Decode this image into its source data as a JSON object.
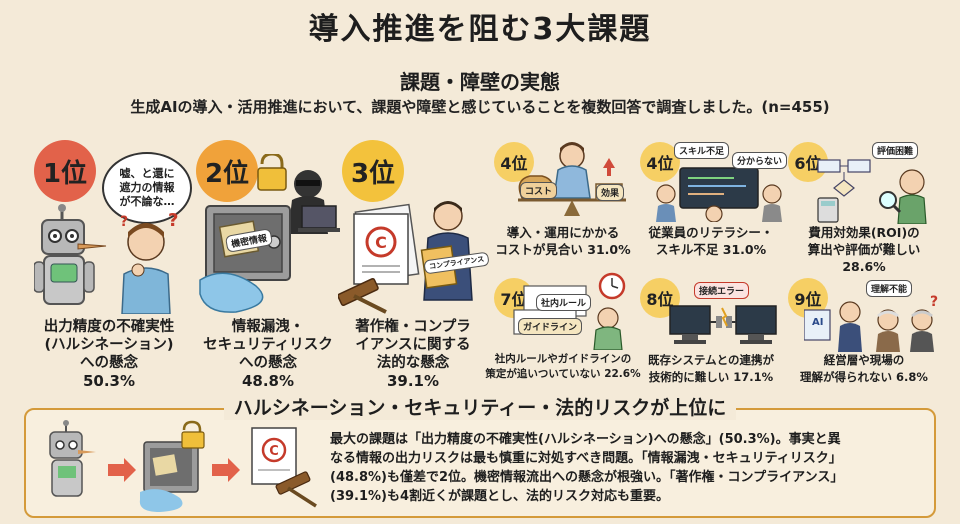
{
  "header": {
    "title": "導入推進を阻む3大課題",
    "subtitle": "課題・障壁の実態",
    "intro": "生成AIの導入・活用推進において、課題や障壁と感じていることを複数回答で調査しました。(n=455)"
  },
  "top_issues": [
    {
      "rank": "1位",
      "label_lines": [
        "出力精度の不確実性",
        "(ハルシネーション)",
        "への懸念"
      ],
      "pct": "50.3%",
      "bubble_lines": [
        "嘘、と還に",
        "遮力の情報",
        "が不論な…"
      ]
    },
    {
      "rank": "2位",
      "label_lines": [
        "情報漏洩・",
        "セキュリティリスク",
        "への懸念"
      ],
      "pct": "48.8%",
      "tag": "機密情報"
    },
    {
      "rank": "3位",
      "label_lines": [
        "著作権・コンプラ",
        "イアンスに関する",
        "法的な懸念"
      ],
      "pct": "39.1%",
      "tag": "コンプライアンス"
    }
  ],
  "other_issues": [
    {
      "rank": "4位",
      "label_lines": [
        "導入・運用にかかる",
        "コストが見合い 31.0%"
      ],
      "tags": [
        "コスト",
        "効果"
      ]
    },
    {
      "rank": "4位",
      "label_lines": [
        "従業員のリテラシー・",
        "スキル不足 31.0%"
      ],
      "tags": [
        "スキル不足",
        "分からない"
      ]
    },
    {
      "rank": "6位",
      "label_lines": [
        "費用対効果(ROI)の",
        "算出や評価が難しい 28.6%"
      ],
      "tags": [
        "評価困難"
      ]
    },
    {
      "rank": "7位",
      "label_lines": [
        "社内ルールやガイドラインの",
        "策定が追いついていない 22.6%"
      ],
      "tags": [
        "社内ルール",
        "ガイドライン"
      ]
    },
    {
      "rank": "8位",
      "label_lines": [
        "既存システムとの連携が",
        "技術的に難しい 17.1%"
      ],
      "tags": [
        "接続エラー"
      ]
    },
    {
      "rank": "9位",
      "label_lines": [
        "経営層や現場の",
        "理解が得られない 6.8%"
      ],
      "tags": [
        "理解不能",
        "AI"
      ]
    }
  ],
  "summary": {
    "heading": "ハルシネーション・セキュリティー・法的リスクが上位に",
    "lines": [
      "最大の課題は「出力精度の不確実性(ハルシネーション)への懸念」(50.3%)。事実と異",
      "なる情報の出力リスクは最も慎重に対処すべき問題。「情報漏洩・セキュリティリスク」",
      "(48.8%)も僅差で2位。機密情報流出への懸念が根強い。「著作権・コンプライアンス」",
      "(39.1%)も4割近くが課題とし、法的リスク対応も重要。"
    ]
  },
  "colors": {
    "background": "#f4ead8",
    "badge_1": "#e2624a",
    "badge_2": "#f0a23a",
    "badge_3": "#f3c23c",
    "badge_other": "#f6cf64",
    "summary_border": "#d49a3a"
  },
  "icons": [
    "robot-icon",
    "thinking-person-icon",
    "safe-icon",
    "padlock-icon",
    "hacker-icon",
    "laptop-icon",
    "document-copyright-icon",
    "gavel-icon",
    "businessman-icon",
    "scale-icon",
    "coin-bag-icon",
    "computer-screen-icon",
    "flowchart-icon",
    "calculator-icon",
    "magnifier-icon",
    "clock-icon",
    "plug-icon",
    "monitor-icon",
    "elderly-manager-icon",
    "arrow-right-icon"
  ]
}
